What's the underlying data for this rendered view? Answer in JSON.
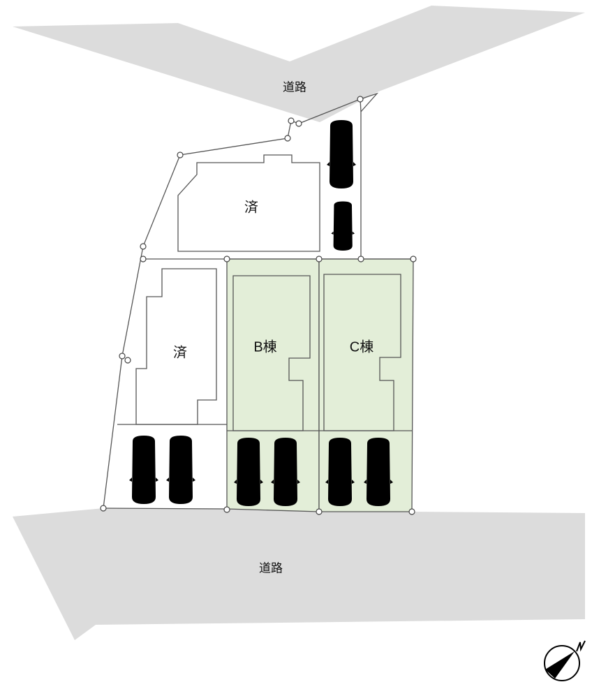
{
  "roads": {
    "top_label": "道路",
    "bottom_label": "道路"
  },
  "lots": [
    {
      "id": "sold-top",
      "label": "済",
      "status": "sold"
    },
    {
      "id": "sold-left",
      "label": "済",
      "status": "sold"
    },
    {
      "id": "lot-b",
      "label": "B棟",
      "status": "available"
    },
    {
      "id": "lot-c",
      "label": "C棟",
      "status": "available"
    }
  ],
  "colors": {
    "road": "#dcdcdc",
    "available_lot": "#e3eed8",
    "line": "#555555"
  },
  "compass": {
    "label": "N",
    "icon": "north-arrow-icon"
  }
}
